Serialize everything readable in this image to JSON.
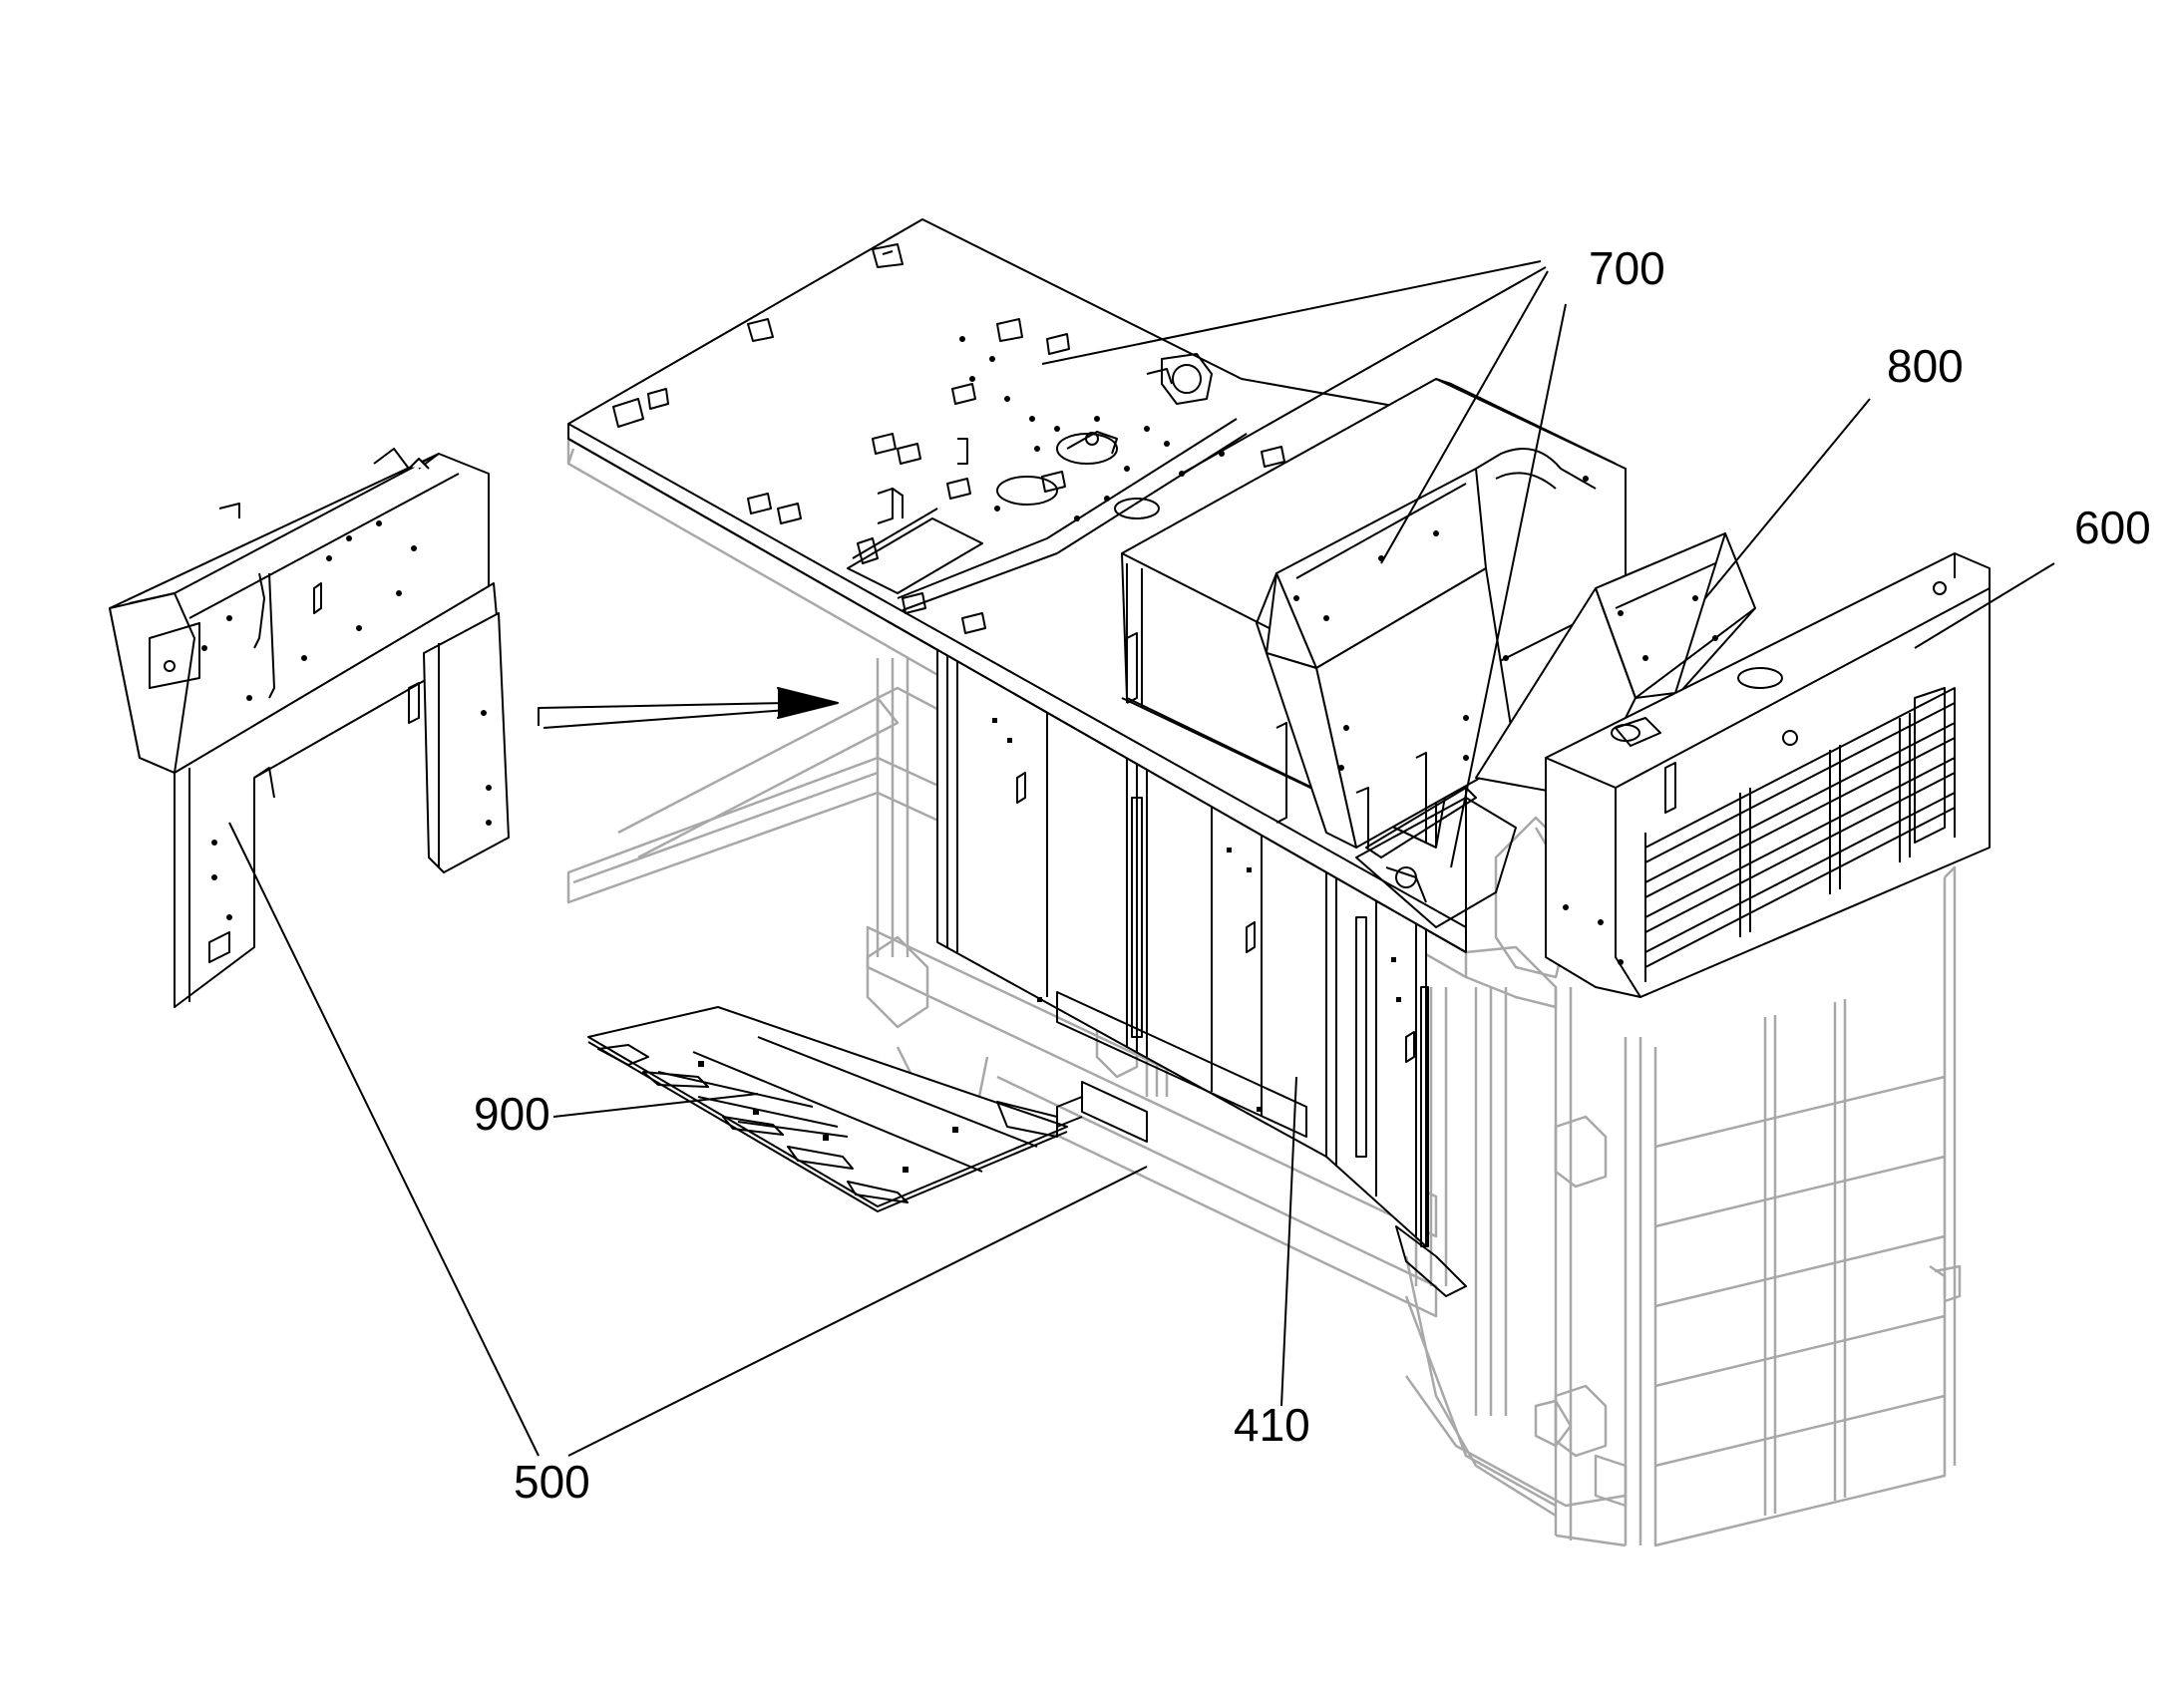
{
  "figure": {
    "type": "exploded-assembly-drawing",
    "colors": {
      "line": "#000000",
      "ghost_frame": "#a8a8a8",
      "background": "#ffffff"
    },
    "reference_numerals": {
      "r700": "700",
      "r800": "800",
      "r600": "600",
      "r900": "900",
      "r500": "500",
      "r410": "410"
    }
  }
}
